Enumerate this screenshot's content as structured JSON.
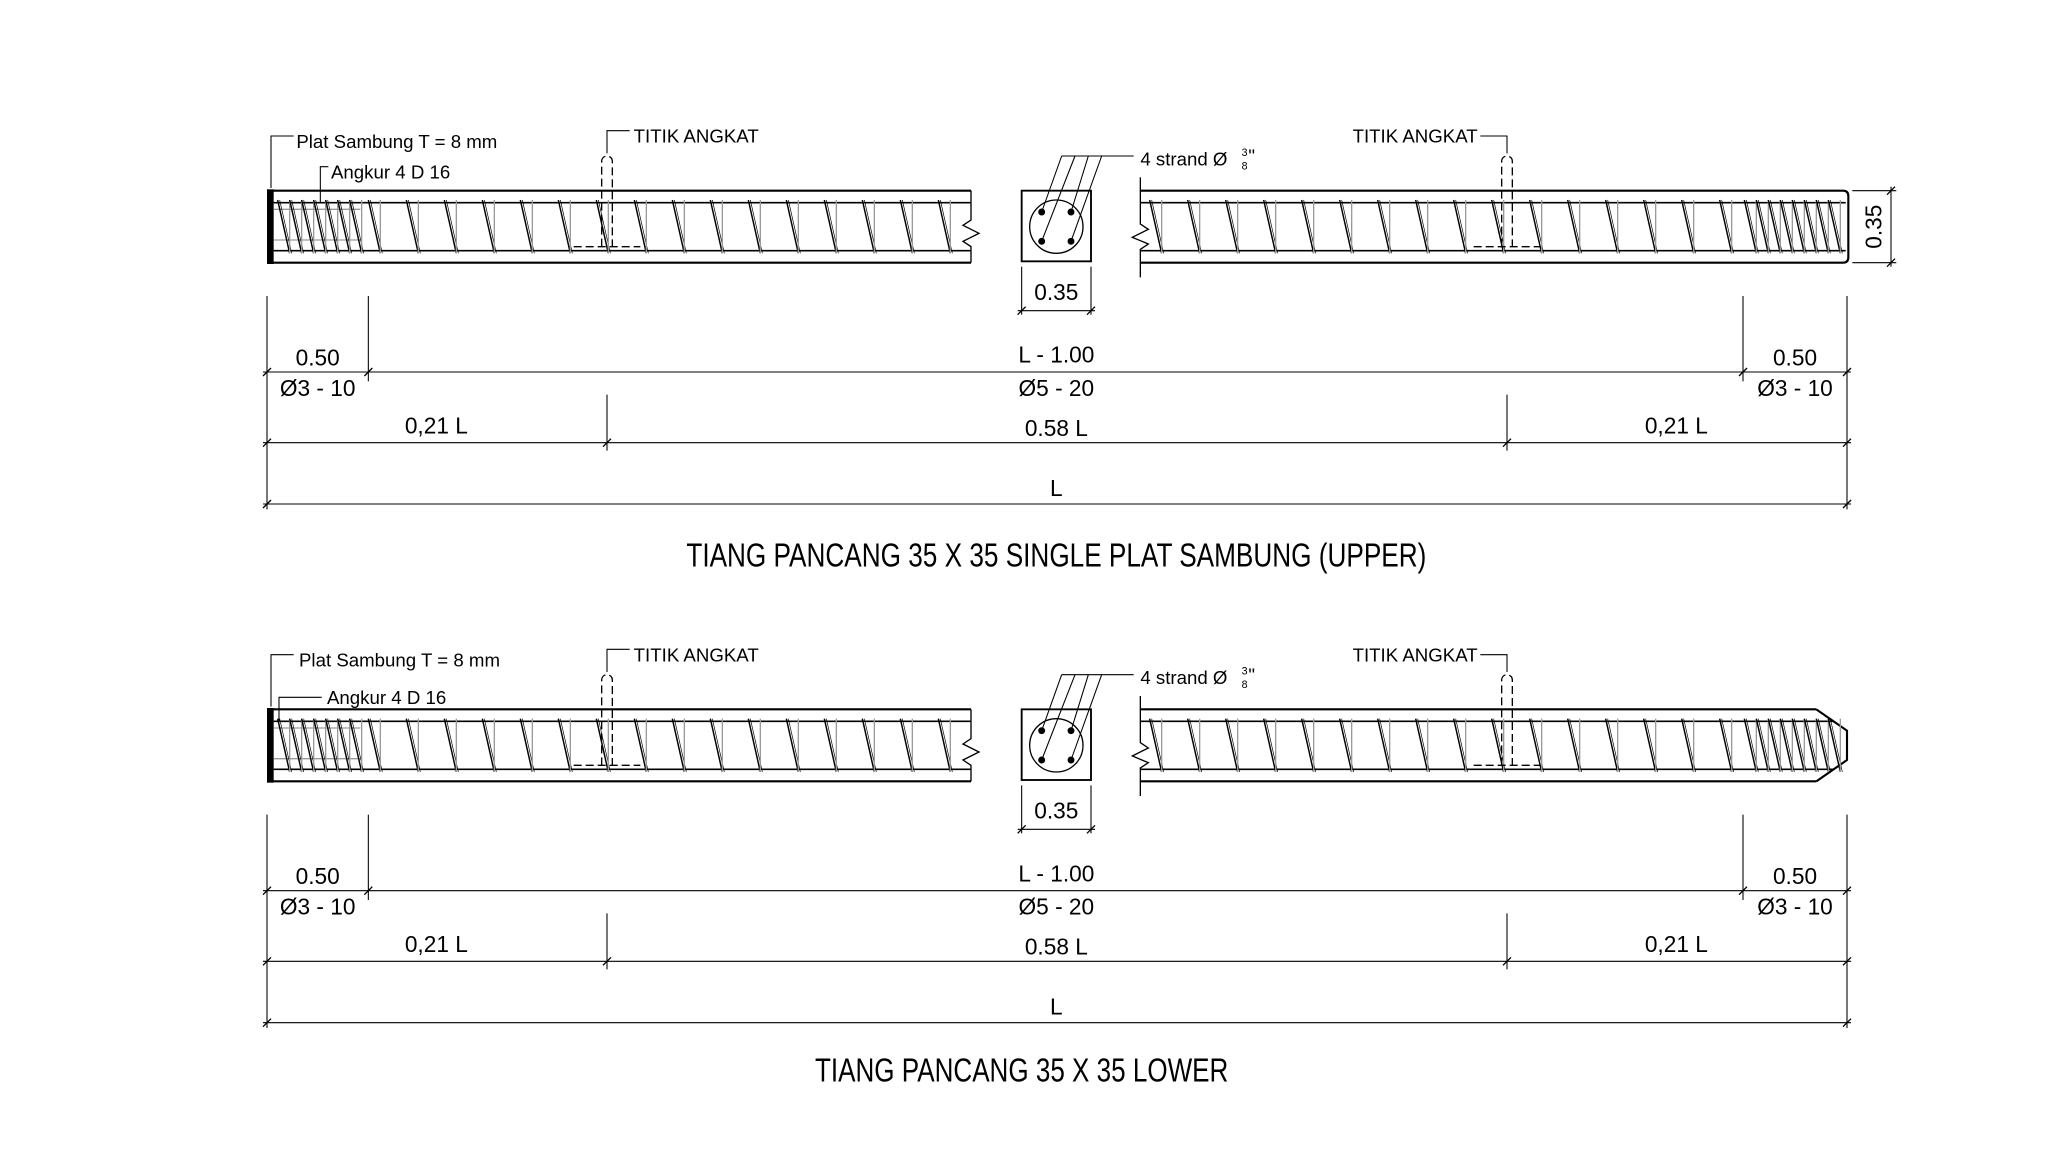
{
  "colors": {
    "ink": "#000000",
    "spiral_back": "#9a9a9a",
    "background": "#ffffff"
  },
  "drawings": [
    {
      "title": "TIANG PANCANG 35 X 35 SINGLE PLAT SAMBUNG (UPPER)",
      "end_type": "plate-and-rounded",
      "plate_label": "Plat Sambung T = 8 mm",
      "anchor_label": "Angkur 4 D 16",
      "lift_left_label": "TITIK ANGKAT",
      "lift_right_label": "TITIK ANGKAT",
      "strand_label": "4 strand Ø",
      "strand_frac_num": "3",
      "strand_frac_den": "8",
      "strand_unit": "\"",
      "section_width": "0.35",
      "section_height": "0.35",
      "dims": {
        "end_left": "0.50",
        "end_left_spiral": "Ø3 - 10",
        "middle": "L - 1.00",
        "middle_spiral": "Ø5 - 20",
        "end_right": "0.50",
        "end_right_spiral": "Ø3 - 10",
        "lift_left": "0,21 L",
        "lift_middle": "0.58 L",
        "lift_right": "0,21 L",
        "total": "L"
      }
    },
    {
      "title": "TIANG PANCANG 35 X 35 LOWER",
      "end_type": "plate-and-tapered",
      "plate_label": "Plat Sambung T = 8 mm",
      "anchor_label": "Angkur 4 D 16",
      "lift_left_label": "TITIK ANGKAT",
      "lift_right_label": "TITIK ANGKAT",
      "strand_label": "4 strand Ø",
      "strand_frac_num": "3",
      "strand_frac_den": "8",
      "strand_unit": "\"",
      "section_width": "0.35",
      "dims": {
        "end_left": "0.50",
        "end_left_spiral": "Ø3 - 10",
        "middle": "L - 1.00",
        "middle_spiral": "Ø5 - 20",
        "end_right": "0.50",
        "end_right_spiral": "Ø3 - 10",
        "lift_left": "0,21 L",
        "lift_middle": "0.58 L",
        "lift_right": "0,21 L",
        "total": "L"
      }
    }
  ]
}
